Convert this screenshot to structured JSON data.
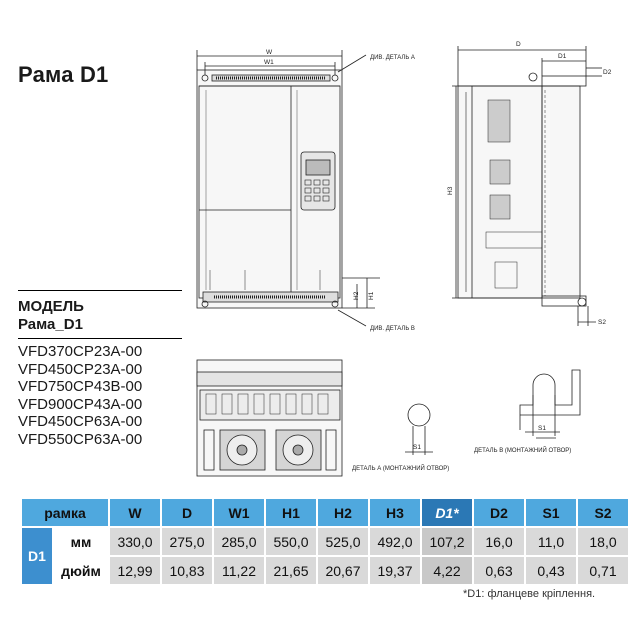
{
  "title": "Рама D1",
  "model_heading": "МОДЕЛЬ",
  "frame_heading": "Рама_D1",
  "models": [
    "VFD370CP23A-00",
    "VFD450CP23A-00",
    "VFD750CP43B-00",
    "VFD900CP43A-00",
    "VFD450CP63A-00",
    "VFD550CP63A-00"
  ],
  "drawing_labels": {
    "w": "W",
    "w1": "W1",
    "d": "D",
    "d1": "D1",
    "d2": "D2",
    "h1": "H1",
    "h2": "H2",
    "h3": "H3",
    "s1": "S1",
    "s2": "S2",
    "detail_a_ref": "ДИВ. ДЕТАЛЬ А",
    "detail_b_ref": "ДИВ. ДЕТАЛЬ В",
    "detail_a_caption": "ДЕТАЛЬ А (МОНТАЖНИЙ ОТВОР)",
    "detail_b_caption": "ДЕТАЛЬ В (МОНТАЖНИЙ ОТВОР)"
  },
  "table": {
    "frame_header": "рамка",
    "frame_label": "D1",
    "columns": [
      "W",
      "D",
      "W1",
      "H1",
      "H2",
      "H3",
      "D1*",
      "D2",
      "S1",
      "S2"
    ],
    "highlight_column": "D1*",
    "rows": [
      {
        "unit": "мм",
        "values": [
          "330,0",
          "275,0",
          "285,0",
          "550,0",
          "525,0",
          "492,0",
          "107,2",
          "16,0",
          "11,0",
          "18,0"
        ]
      },
      {
        "unit": "дюйм",
        "values": [
          "12,99",
          "10,83",
          "11,22",
          "21,65",
          "20,67",
          "19,37",
          "4,22",
          "0,63",
          "0,43",
          "0,71"
        ]
      }
    ]
  },
  "footnote": "*D1: фланцеве кріплення.",
  "colors": {
    "header": "#4fa8de",
    "header_highlight": "#2b78b5",
    "frame_cell": "#3d8fcf",
    "value_cell": "#d9d9d9"
  }
}
